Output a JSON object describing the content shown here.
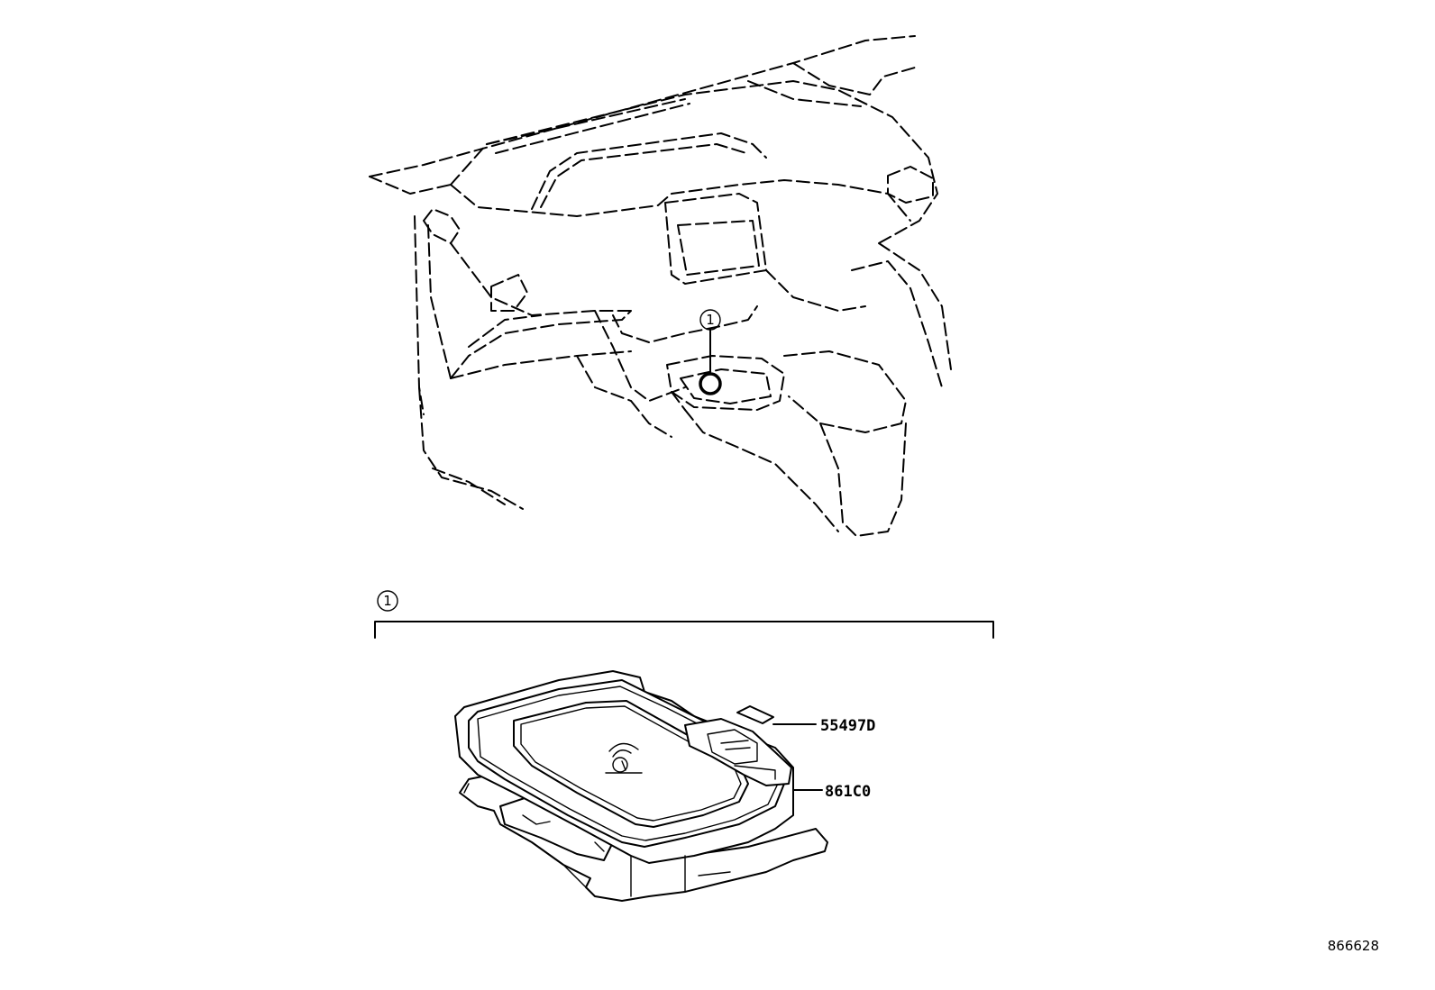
{
  "callout": {
    "number": "1"
  },
  "group": {
    "number": "1"
  },
  "parts": [
    {
      "label": "55497D"
    },
    {
      "label": "861C0"
    }
  ],
  "figure": {
    "id": "866628"
  },
  "icons": {
    "charger": "wireless-charging-icon"
  }
}
